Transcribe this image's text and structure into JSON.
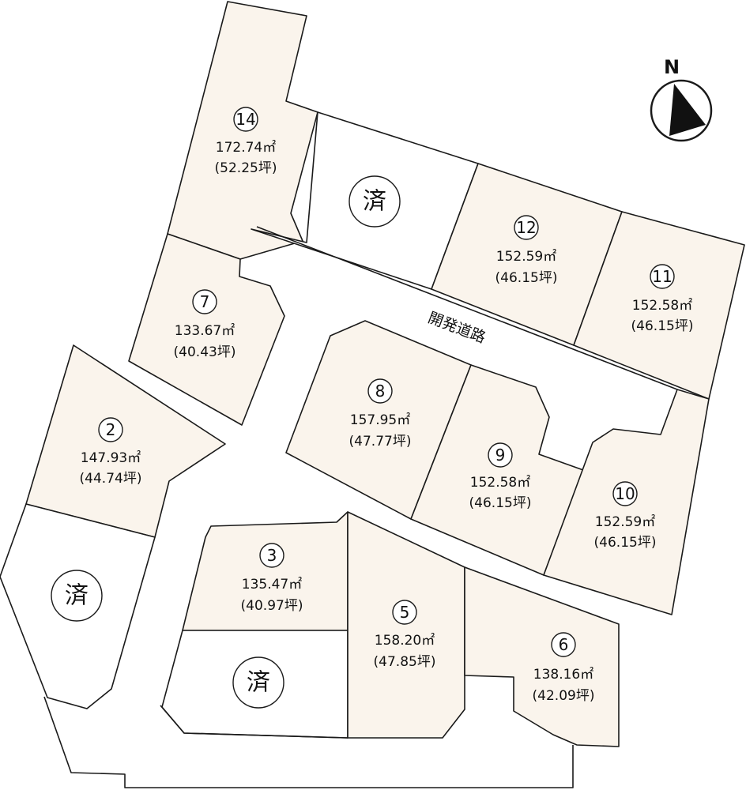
{
  "map": {
    "north_label": "N",
    "road_label": "開発道路",
    "sold_label": "済"
  },
  "lots": [
    {
      "id": "14",
      "number": "⑭",
      "area_sqm": "172.74㎡",
      "area_tsubo": "(52.25坪)"
    },
    {
      "id": "12",
      "number": "⑫",
      "area_sqm": "152.59㎡",
      "area_tsubo": "(46.15坪)"
    },
    {
      "id": "11",
      "number": "⑪",
      "area_sqm": "152.58㎡",
      "area_tsubo": "(46.15坪)"
    },
    {
      "id": "7",
      "number": "⑦",
      "area_sqm": "133.67㎡",
      "area_tsubo": "(40.43坪)"
    },
    {
      "id": "8",
      "number": "⑧",
      "area_sqm": "157.95㎡",
      "area_tsubo": "(47.77坪)"
    },
    {
      "id": "9",
      "number": "⑨",
      "area_sqm": "152.58㎡",
      "area_tsubo": "(46.15坪)"
    },
    {
      "id": "10",
      "number": "⑩",
      "area_sqm": "152.59㎡",
      "area_tsubo": "(46.15坪)"
    },
    {
      "id": "2",
      "number": "②",
      "area_sqm": "147.93㎡",
      "area_tsubo": "(44.74坪)"
    },
    {
      "id": "3",
      "number": "③",
      "area_sqm": "135.47㎡",
      "area_tsubo": "(40.97坪)"
    },
    {
      "id": "5",
      "number": "⑤",
      "area_sqm": "158.20㎡",
      "area_tsubo": "(47.85坪)"
    },
    {
      "id": "6",
      "number": "⑥",
      "area_sqm": "138.16㎡",
      "area_tsubo": "(42.09坪)"
    }
  ],
  "colors": {
    "available_lot": "#faf4ec",
    "sold_lot": "#ffffff",
    "outline": "#1a1a1a"
  }
}
